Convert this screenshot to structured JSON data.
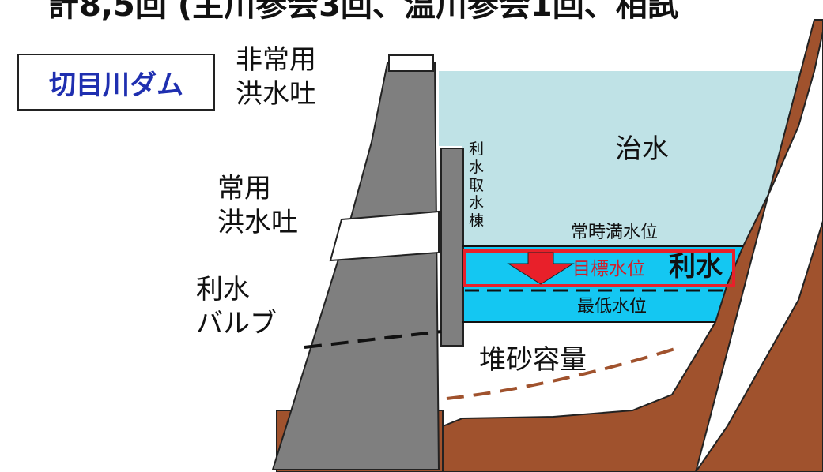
{
  "header": {
    "title_partial": "計8,5回 (主川参会3回、温川参会1回、相試"
  },
  "dam_name": "切目川ダム",
  "labels": {
    "emergency_spillway": "非常用\n洪水吐",
    "regular_spillway": "常用\n洪水吐",
    "water_use_valve": "利水\nバルブ",
    "intake_tower": "利\n水\n取\n水\n棟",
    "flood_control": "治水",
    "normal_full_level": "常時満水位",
    "target_level": "目標水位",
    "water_use": "利水",
    "min_level": "最低水位",
    "sediment_capacity": "堆砂容量"
  },
  "colors": {
    "flood_zone": "#bfe2e6",
    "water_use_zone": "#14c7f2",
    "target_border": "#e8202a",
    "target_text": "#d0202a",
    "arrow": "#e8202a",
    "ground": "#a0522d",
    "dam": "#7f7f7f",
    "dam_name_text": "#1f2fb0",
    "sediment_line": "#a0522d"
  }
}
